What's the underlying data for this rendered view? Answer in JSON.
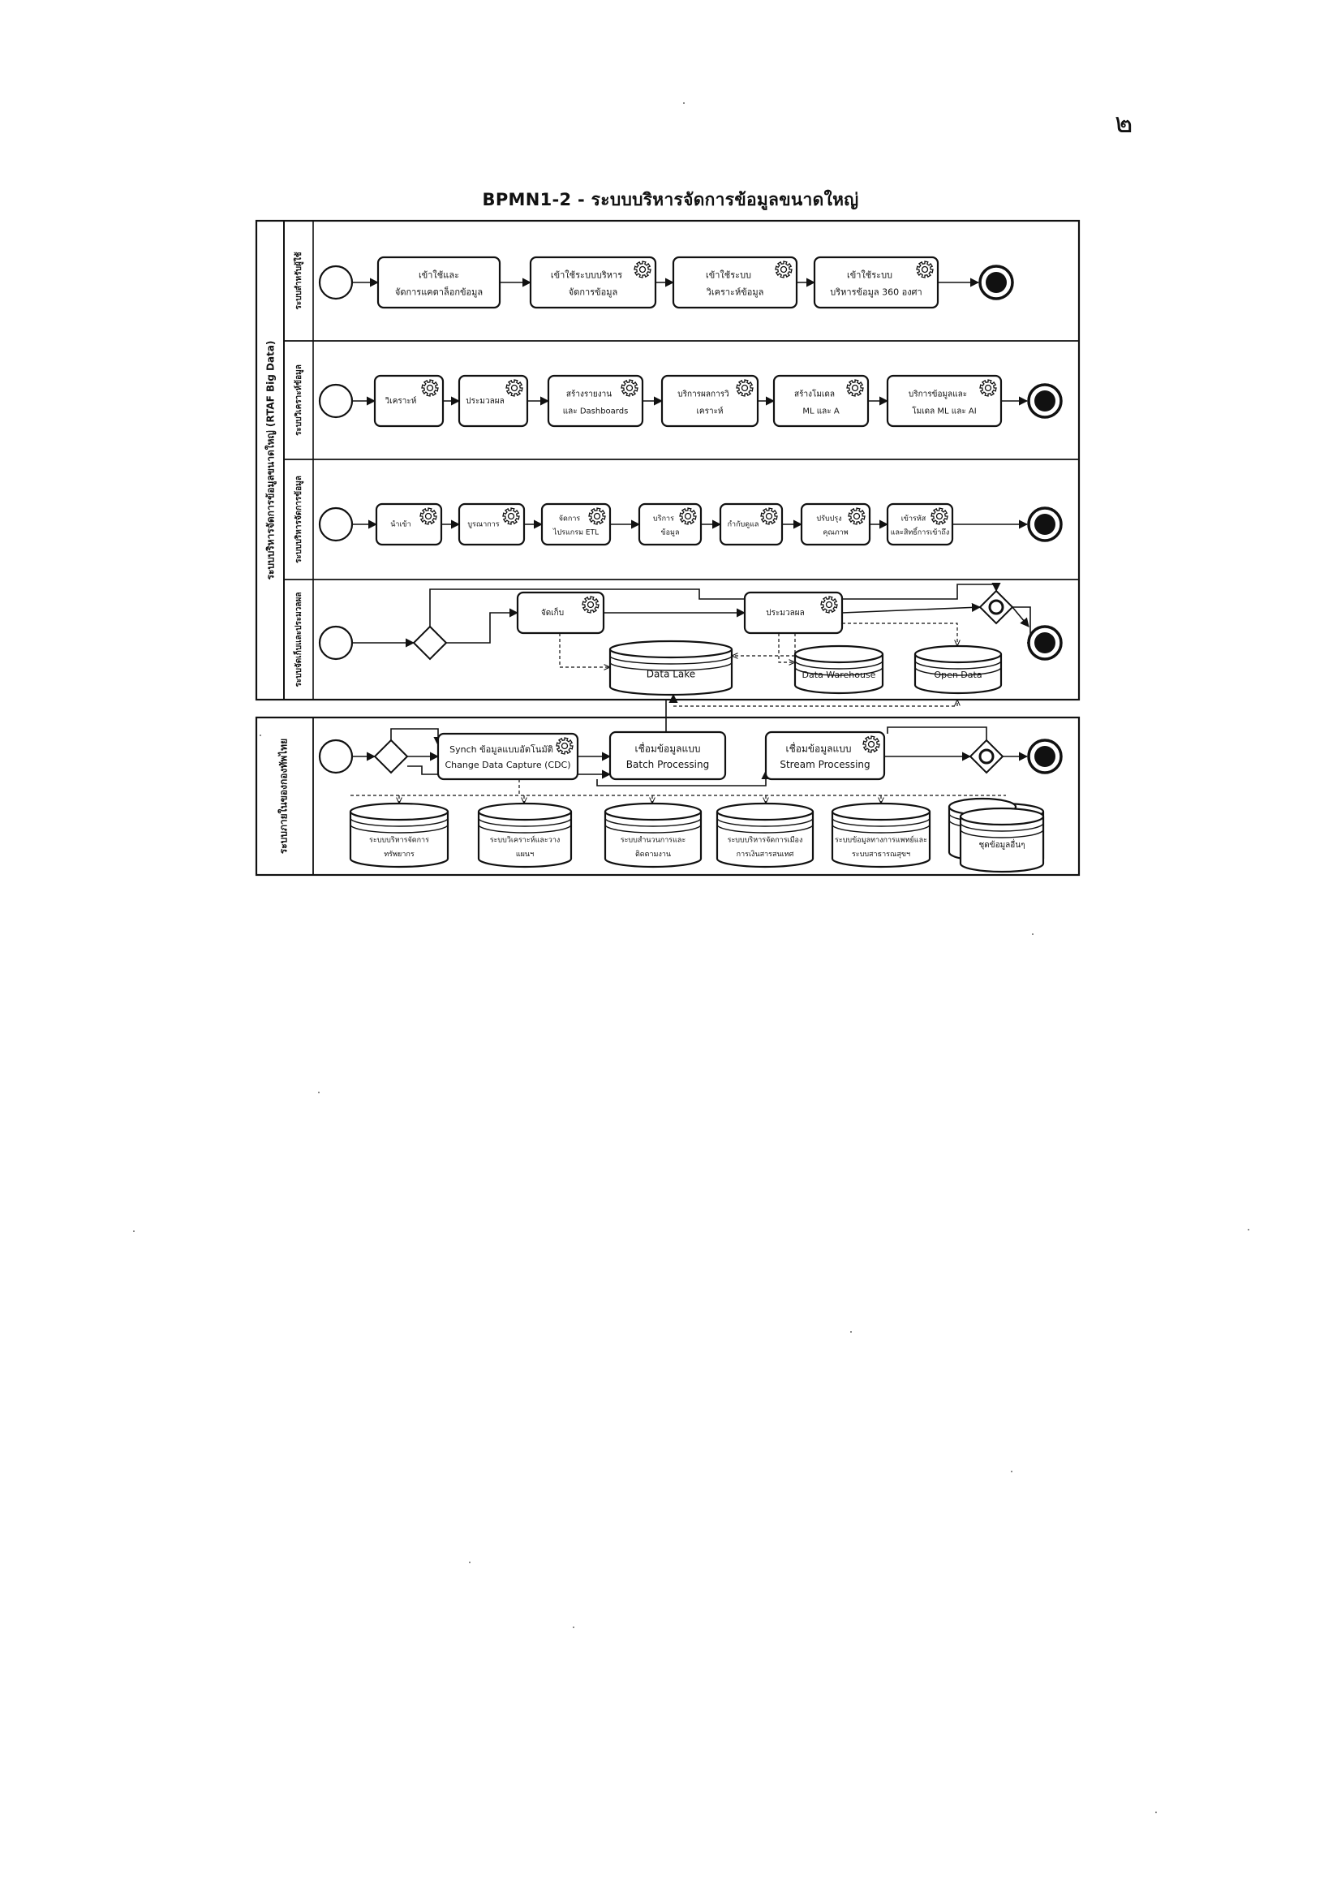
{
  "page_number": "๒",
  "title": "BPMN1-2 - ระบบบริหารจัดการข้อมูลขนาดใหญ่",
  "outer_pool": {
    "label": "ระบบบริหารจัดการข้อมูลขนาดใหญ่ (RTAF Big Data)",
    "lanes": [
      {
        "label": "ระบบสำหรับผู้ใช้",
        "tasks": [
          {
            "line1": "เข้าใช้และ",
            "line2": "จัดการแคตาล็อกข้อมูล",
            "gear": false
          },
          {
            "line1": "เข้าใช้ระบบบริหาร",
            "line2": "จัดการข้อมูล",
            "gear": true
          },
          {
            "line1": "เข้าใช้ระบบ",
            "line2": "วิเคราะห์ข้อมูล",
            "gear": true
          },
          {
            "line1": "เข้าใช้ระบบ",
            "line2": "บริหารข้อมูล 360 องศา",
            "gear": true
          }
        ]
      },
      {
        "label": "ระบบวิเคราะห์ข้อมูล",
        "tasks": [
          {
            "line1": "วิเคราะห์",
            "line2": "",
            "gear": true
          },
          {
            "line1": "ประมวลผล",
            "line2": "",
            "gear": true
          },
          {
            "line1": "สร้างรายงาน",
            "line2": "และ Dashboards",
            "gear": true
          },
          {
            "line1": "บริการผลการวิ",
            "line2": "เคราะห์",
            "gear": true
          },
          {
            "line1": "สร้างโมเดล",
            "line2": "ML และ A",
            "gear": true
          },
          {
            "line1": "บริการข้อมูลและ",
            "line2": "โมเดล ML และ AI",
            "gear": true
          }
        ]
      },
      {
        "label": "ระบบบริหารจัดการข้อมูล",
        "tasks": [
          {
            "line1": "นำเข้า",
            "line2": "",
            "gear": true
          },
          {
            "line1": "บูรณาการ",
            "line2": "",
            "gear": true
          },
          {
            "line1": "จัดการ",
            "line2": "ไปรแกรม ETL",
            "gear": true
          },
          {
            "line1": "บริการ",
            "line2": "ข้อมูล",
            "gear": true
          },
          {
            "line1": "กำกับดูแล",
            "line2": "",
            "gear": true
          },
          {
            "line1": "ปรับปรุง",
            "line2": "คุณภาพ",
            "gear": true
          },
          {
            "line1": "เข้ารหัส",
            "line2": "และสิทธิ์การเข้าถึง",
            "gear": true
          }
        ]
      },
      {
        "label": "ระบบจัดเก็บและประมวลผล",
        "tasks": [
          {
            "line1": "จัดเก็บ",
            "line2": "",
            "gear": true
          },
          {
            "line1": "ประมวลผล",
            "line2": "",
            "gear": true
          }
        ],
        "stores": [
          "Data Lake",
          "Data Warehouse",
          "Open Data"
        ]
      }
    ]
  },
  "bottom_pool": {
    "label": "ระบบภายในของกองทัพไทย",
    "tasks": [
      {
        "line1": "Synch ข้อมูลแบบอัตโนมัติ",
        "line2": "Change Data Capture (CDC)",
        "gear": true
      },
      {
        "line1": "เชื่อมข้อมูลแบบ",
        "line2": "Batch Processing",
        "gear": false
      },
      {
        "line1": "เชื่อมข้อมูลแบบ",
        "line2": "Stream Processing",
        "gear": true
      }
    ],
    "stores": [
      {
        "line1": "ระบบบริหารจัดการ",
        "line2": "ทรัพยากร"
      },
      {
        "line1": "ระบบวิเคราะห์และวาง",
        "line2": "แผนฯ"
      },
      {
        "line1": "ระบบสำนวนการและ",
        "line2": "ติดตามงาน"
      },
      {
        "line1": "ระบบบริหารจัดการเมือง",
        "line2": "การเงินสารสนเทศ"
      },
      {
        "line1": "ระบบข้อมูลทางการแพทย์และ",
        "line2": "ระบบสาธารณสุขฯ"
      },
      {
        "line1": "ชุดข้อมูลอื่นๆ",
        "line2": ""
      }
    ]
  }
}
